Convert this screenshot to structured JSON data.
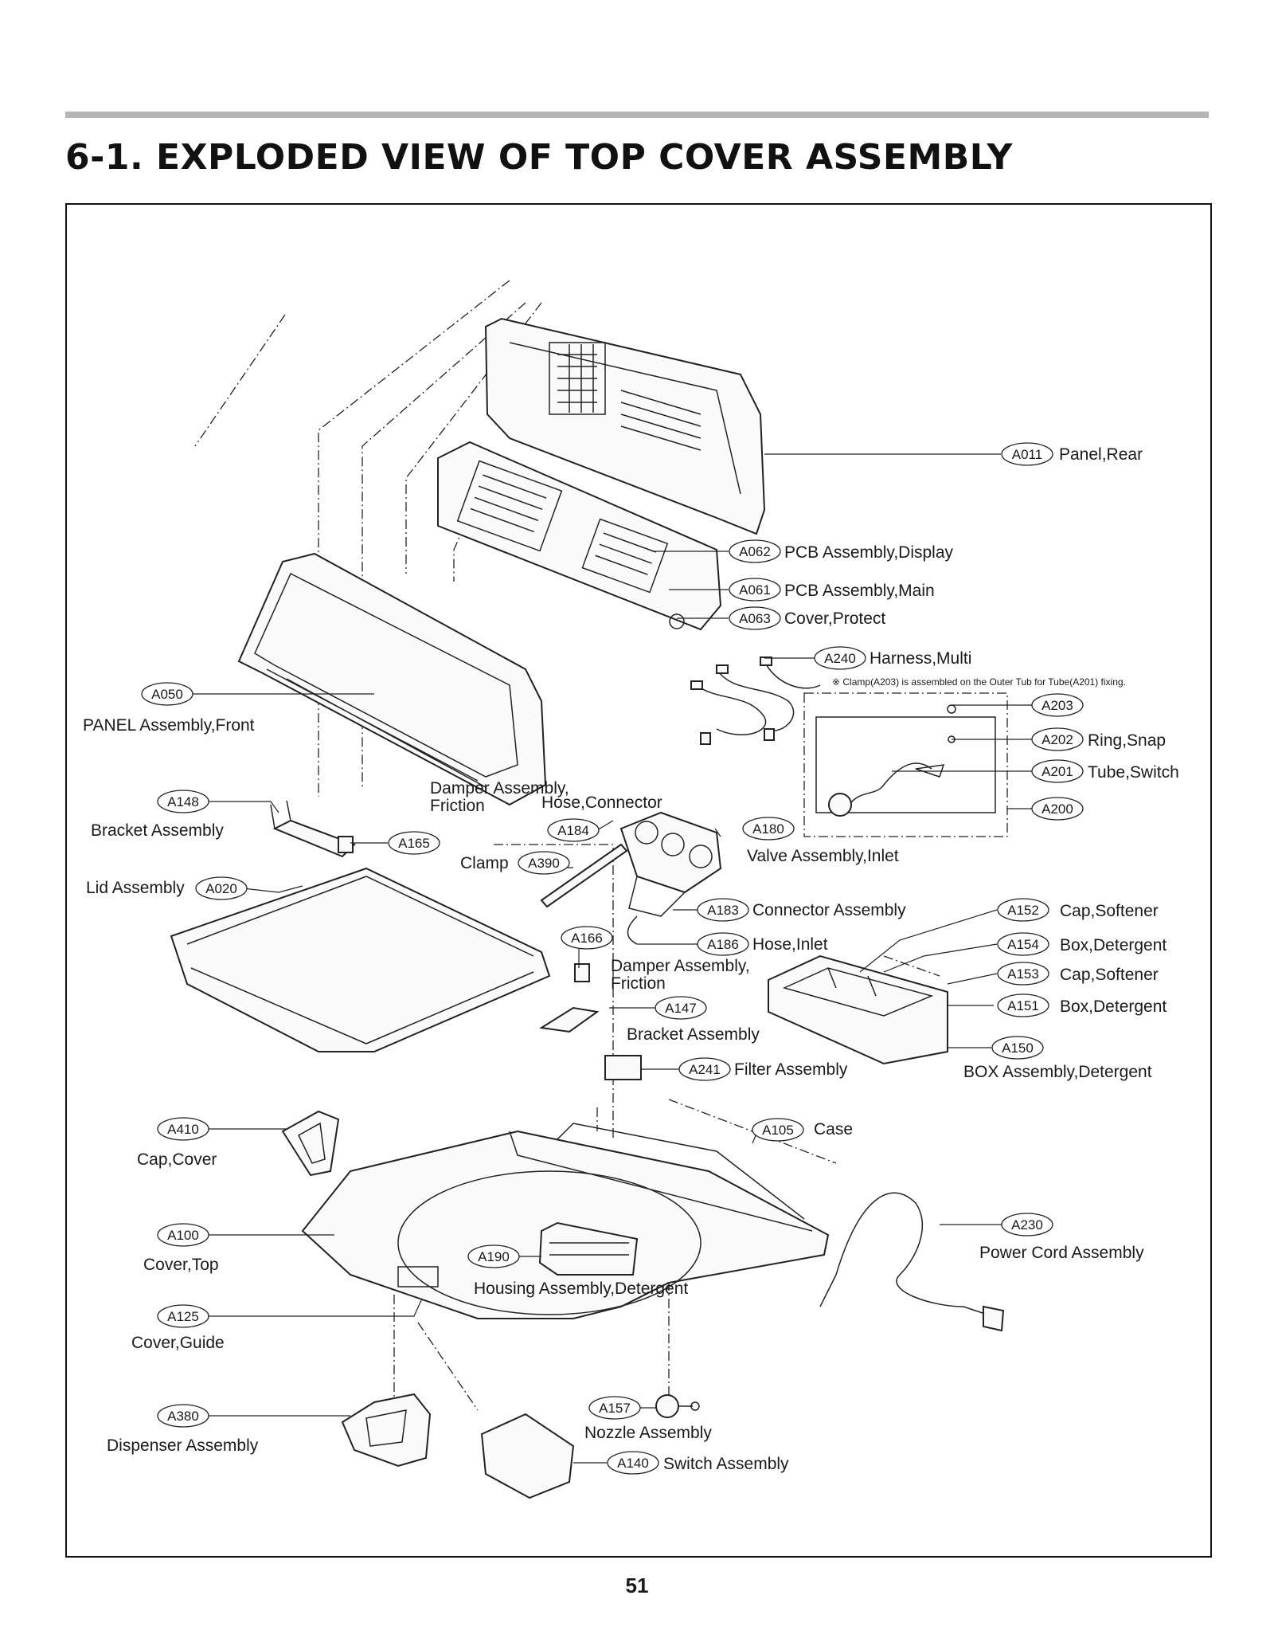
{
  "page": {
    "title": "6-1. EXPLODED VIEW OF TOP COVER ASSEMBLY",
    "page_number": "51"
  },
  "note": "※ Clamp(A203) is assembled on the Outer Tub for Tube(A201) fixing.",
  "callouts": {
    "a011": {
      "code": "A011",
      "label": "Panel,Rear"
    },
    "a062": {
      "code": "A062",
      "label": "PCB Assembly,Display"
    },
    "a061": {
      "code": "A061",
      "label": "PCB Assembly,Main"
    },
    "a063": {
      "code": "A063",
      "label": "Cover,Protect"
    },
    "a240": {
      "code": "A240",
      "label": "Harness,Multi"
    },
    "a203": {
      "code": "A203",
      "label": ""
    },
    "a202": {
      "code": "A202",
      "label": "Ring,Snap"
    },
    "a201": {
      "code": "A201",
      "label": "Tube,Switch"
    },
    "a200": {
      "code": "A200",
      "label": ""
    },
    "a050": {
      "code": "A050",
      "label": "PANEL Assembly,Front"
    },
    "a148": {
      "code": "A148",
      "label": "Bracket Assembly"
    },
    "a165": {
      "code": "A165",
      "label": ""
    },
    "damper_top": {
      "label_1": "Damper Assembly,",
      "label_2": "Friction"
    },
    "a184": {
      "code": "A184",
      "label": "Hose,Connector"
    },
    "a180": {
      "code": "A180",
      "label": "Valve Assembly,Inlet"
    },
    "a390": {
      "code": "A390",
      "label": "Clamp"
    },
    "a020": {
      "code": "A020",
      "label": "Lid Assembly"
    },
    "a183": {
      "code": "A183",
      "label": "Connector Assembly"
    },
    "a186": {
      "code": "A186",
      "label": "Hose,Inlet"
    },
    "a166": {
      "code": "A166",
      "label_1": "Damper Assembly,",
      "label_2": "Friction"
    },
    "a147": {
      "code": "A147",
      "label": "Bracket Assembly"
    },
    "a152": {
      "code": "A152",
      "label": "Cap,Softener"
    },
    "a154": {
      "code": "A154",
      "label": "Box,Detergent"
    },
    "a153": {
      "code": "A153",
      "label": "Cap,Softener"
    },
    "a151": {
      "code": "A151",
      "label": "Box,Detergent"
    },
    "a150": {
      "code": "A150",
      "label": "BOX Assembly,Detergent"
    },
    "a241": {
      "code": "A241",
      "label": "Filter Assembly"
    },
    "a410": {
      "code": "A410",
      "label": "Cap,Cover"
    },
    "a105": {
      "code": "A105",
      "label": "Case"
    },
    "a230": {
      "code": "A230",
      "label": "Power Cord Assembly"
    },
    "a100": {
      "code": "A100",
      "label": "Cover,Top"
    },
    "a190": {
      "code": "A190",
      "label": "Housing Assembly,Detergent"
    },
    "a125": {
      "code": "A125",
      "label": "Cover,Guide"
    },
    "a157": {
      "code": "A157",
      "label": "Nozzle Assembly"
    },
    "a380": {
      "code": "A380",
      "label": "Dispenser Assembly"
    },
    "a140": {
      "code": "A140",
      "label": "Switch Assembly"
    }
  }
}
